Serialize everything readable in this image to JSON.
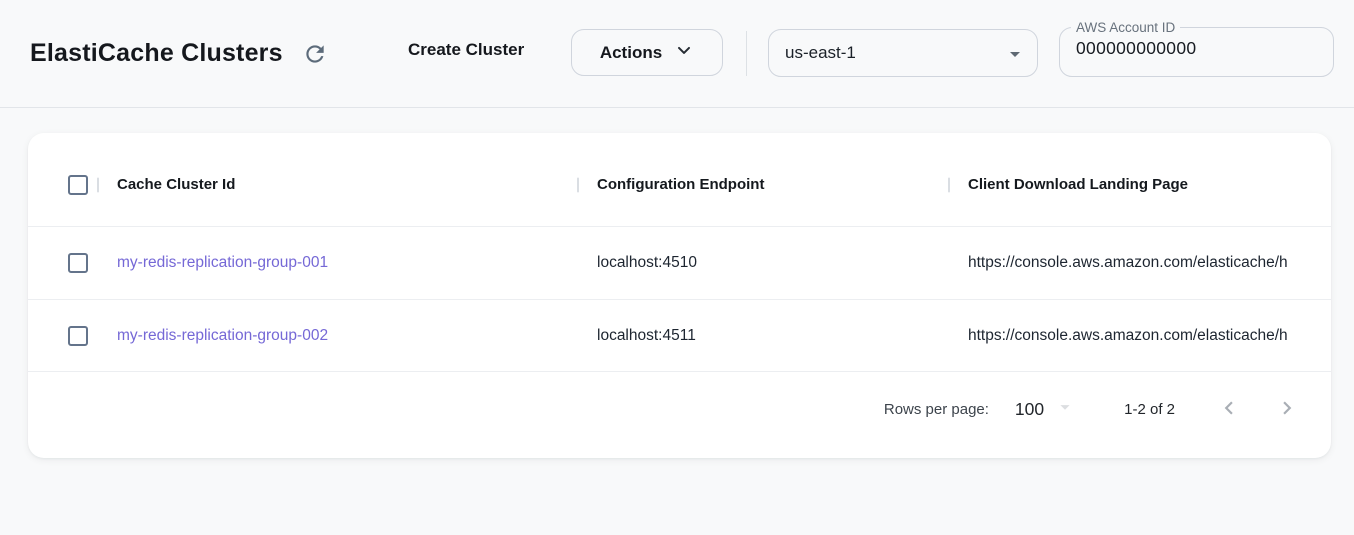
{
  "header": {
    "title": "ElastiCache Clusters",
    "create_button_label": "Create Cluster",
    "actions_button_label": "Actions",
    "region_selected": "us-east-1",
    "account_id_label": "AWS Account ID",
    "account_id_value": "000000000000"
  },
  "table": {
    "columns": {
      "cluster_id": "Cache Cluster Id",
      "endpoint": "Configuration Endpoint",
      "landing_page": "Client Download Landing Page"
    },
    "rows": [
      {
        "cluster_id": "my-redis-replication-group-001",
        "endpoint": "localhost:4510",
        "landing_page": "https://console.aws.amazon.com/elasticache/h"
      },
      {
        "cluster_id": "my-redis-replication-group-002",
        "endpoint": "localhost:4511",
        "landing_page": "https://console.aws.amazon.com/elasticache/h"
      }
    ],
    "pagination": {
      "rows_per_page_label": "Rows per page:",
      "rows_per_page_value": "100",
      "range_label": "1-2 of 2"
    }
  },
  "icons": {
    "refresh_icon": "circular-arrow-clockwise",
    "actions_chevron": "chevron-down",
    "region_caret": "triangle-down",
    "rows_per_page_caret": "triangle-down",
    "prev_page_icon": "chevron-left",
    "next_page_icon": "chevron-right"
  },
  "colors": {
    "page_background": "#f8f9fa",
    "card_background": "#ffffff",
    "link_purple": "#7568d6",
    "checkbox_slate": "#64748b",
    "control_border": "#d0d5dd",
    "divider": "#eceef1"
  }
}
